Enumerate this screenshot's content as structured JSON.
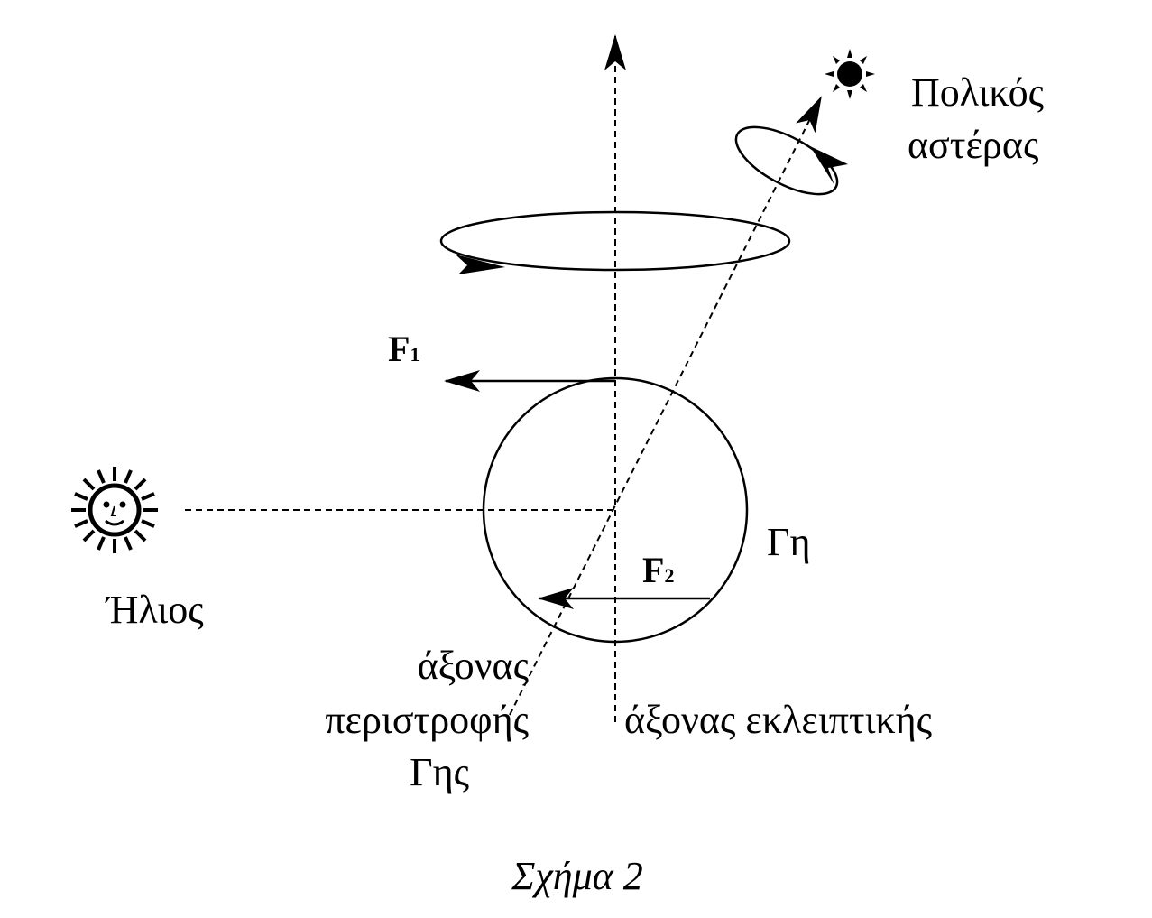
{
  "figure": {
    "caption": "Σχήμα 2",
    "labels": {
      "polaris_line1": "Πολικός",
      "polaris_line2": "αστέρας",
      "sun": "Ήλιος",
      "earth": "Γη",
      "rotation_axis_line1": "άξονας",
      "rotation_axis_line2": "περιστροφής",
      "rotation_axis_line3": "Γης",
      "ecliptic_axis": "άξονας εκλειπτικής",
      "force1": "F",
      "force1_sub": "1",
      "force2": "F",
      "force2_sub": "2"
    },
    "icons": [
      "sun-face-icon",
      "star-icon"
    ]
  }
}
